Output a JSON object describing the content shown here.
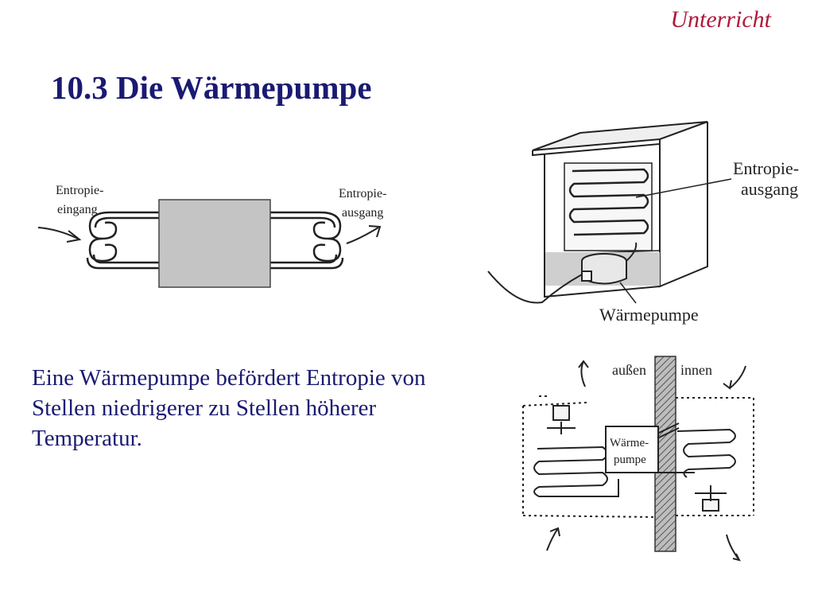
{
  "header": {
    "tag": "Unterricht"
  },
  "title": "10.3 Die Wärmepumpe",
  "body_text": "Eine Wärmepumpe befördert Entropie von Stellen niedrigerer zu Stellen höherer Temperatur.",
  "figure_left": {
    "label_in_line1": "Entropie-",
    "label_in_line2": "eingang",
    "label_out_line1": "Entropie-",
    "label_out_line2": "ausgang",
    "box_color": "#c4c4c4"
  },
  "figure_fridge": {
    "label_out_line1": "Entropie-",
    "label_out_line2": "ausgang",
    "label_pump": "Wärmepumpe"
  },
  "figure_wall": {
    "label_outside": "außen",
    "label_inside": "innen",
    "pump_line1": "Wärme-",
    "pump_line2": "pumpe"
  }
}
